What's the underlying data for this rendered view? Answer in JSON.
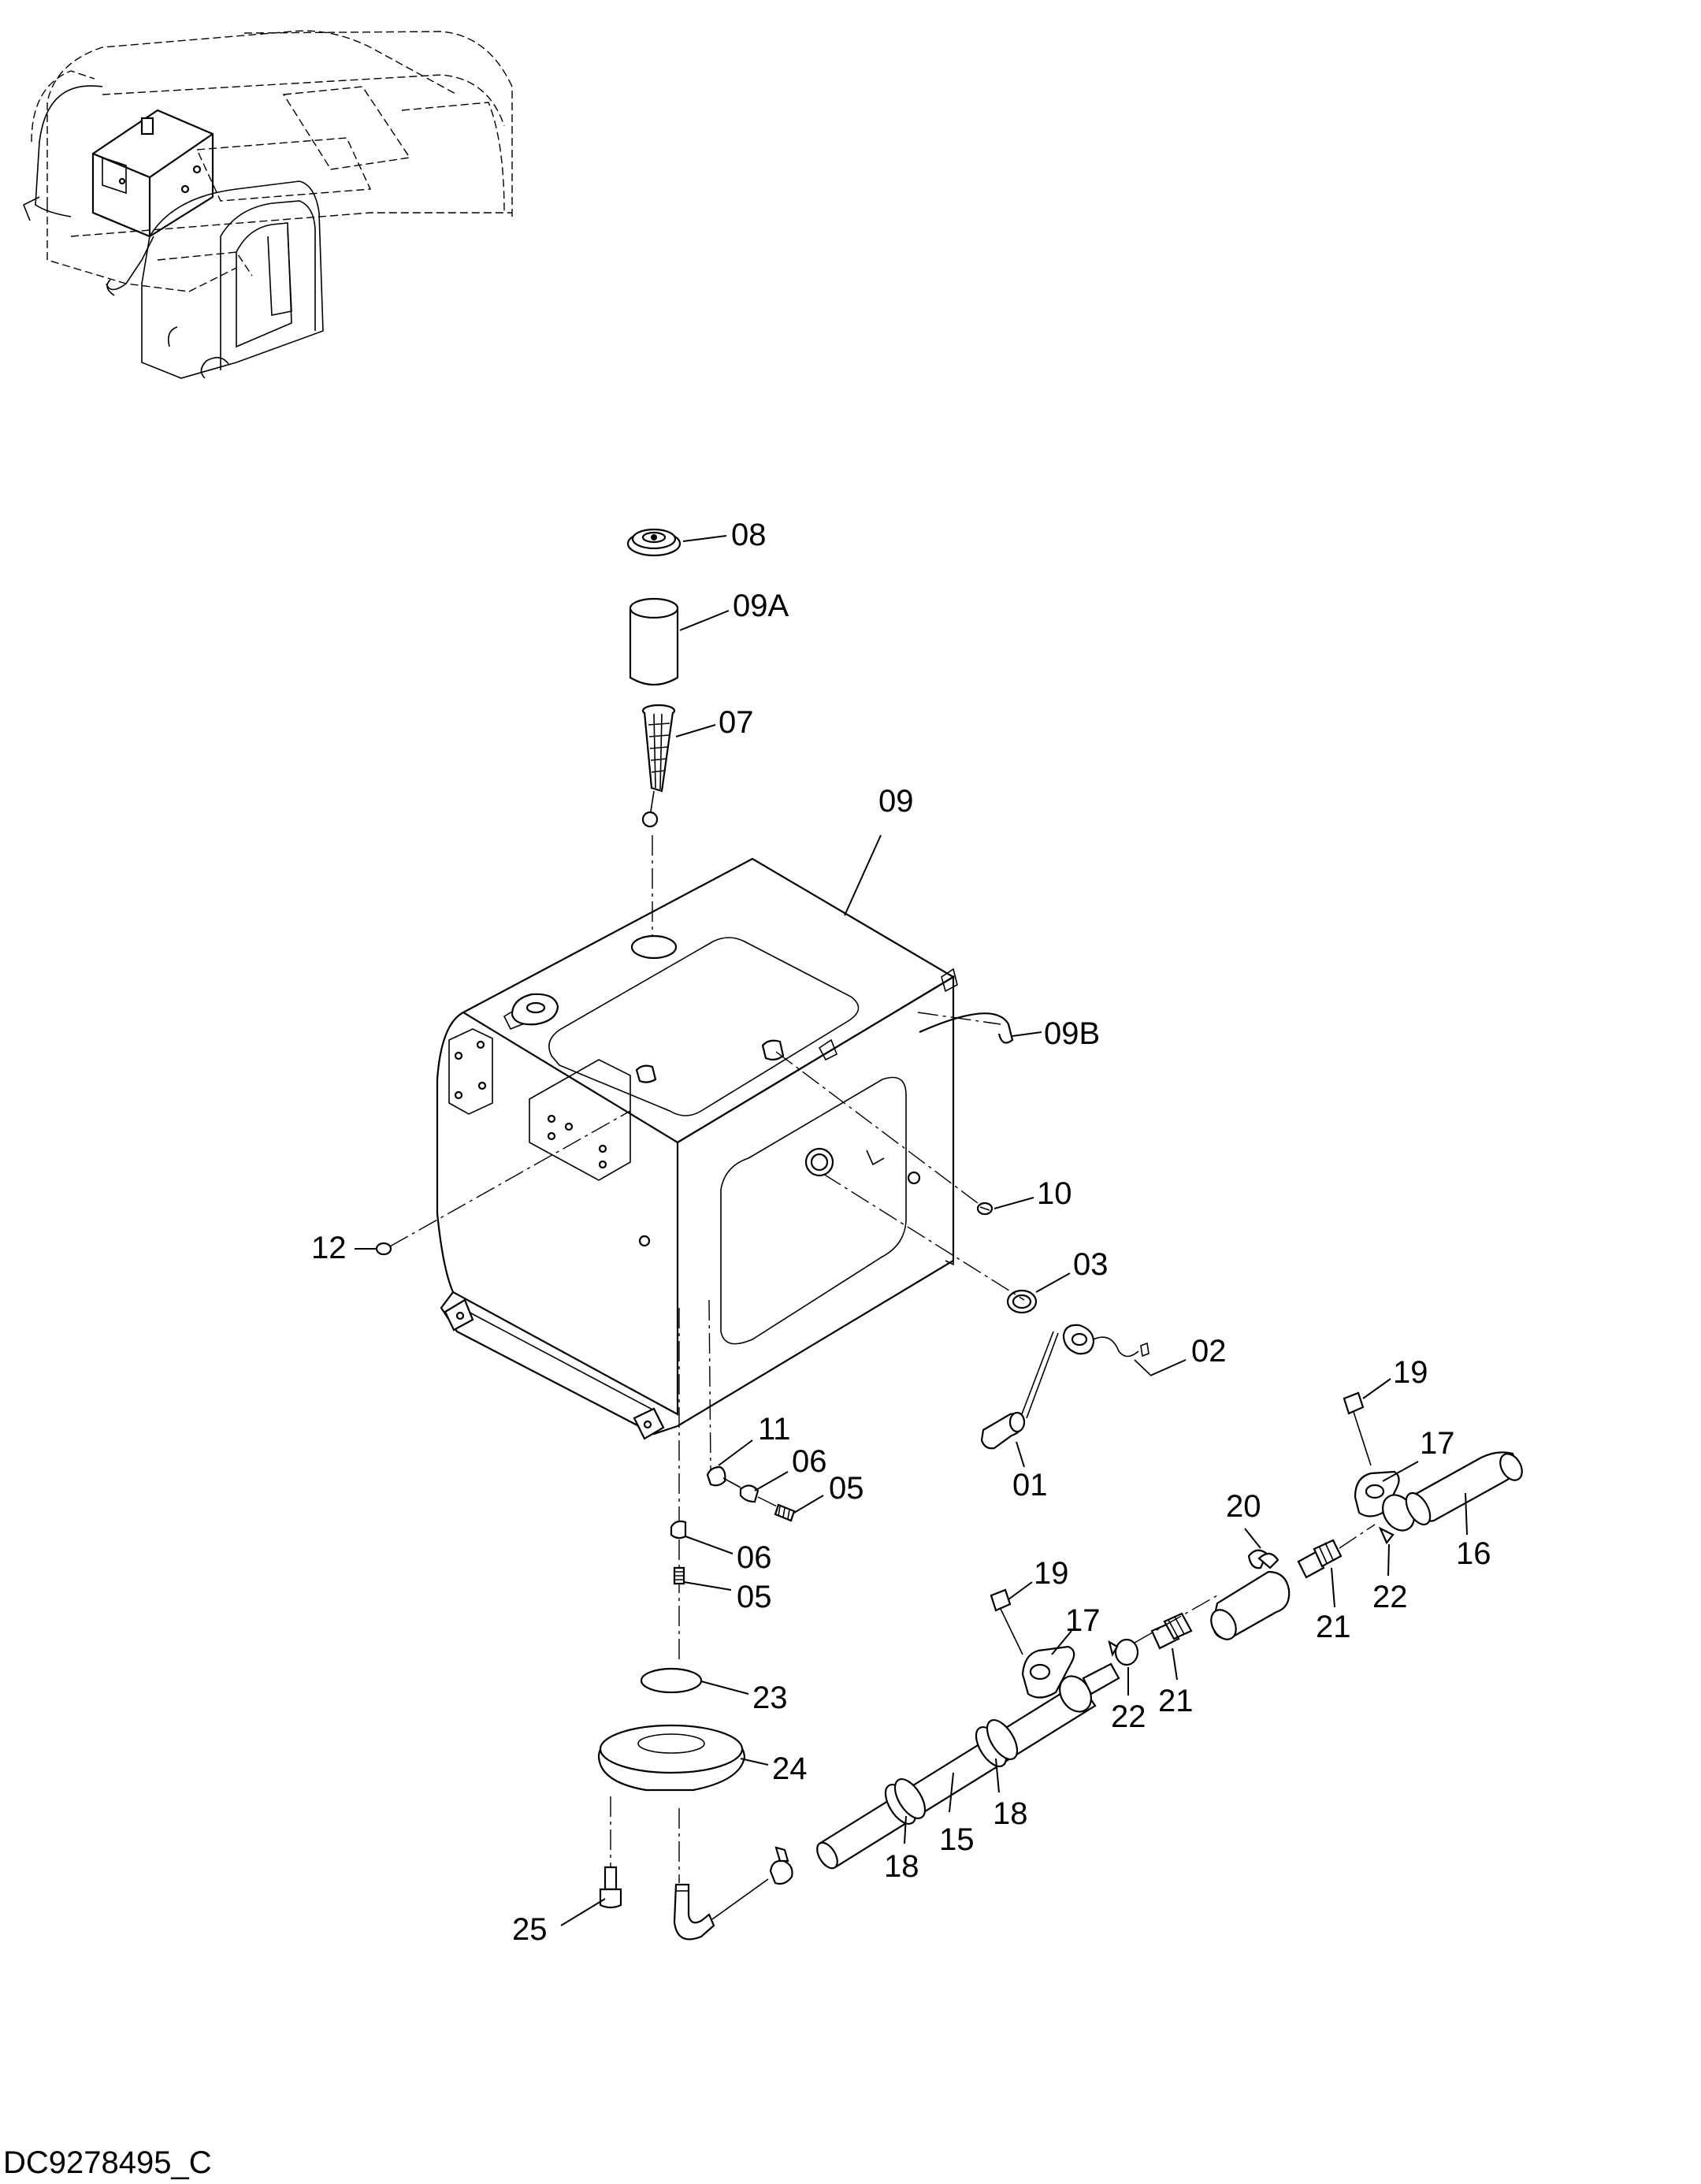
{
  "document": {
    "code": "DC9278495_C"
  },
  "callouts": [
    {
      "id": "c08",
      "label": "08"
    },
    {
      "id": "c09a",
      "label": "09A"
    },
    {
      "id": "c07",
      "label": "07"
    },
    {
      "id": "c09",
      "label": "09"
    },
    {
      "id": "c09b",
      "label": "09B"
    },
    {
      "id": "c10",
      "label": "10"
    },
    {
      "id": "c12",
      "label": "12"
    },
    {
      "id": "c03",
      "label": "03"
    },
    {
      "id": "c02",
      "label": "02"
    },
    {
      "id": "c19a",
      "label": "19"
    },
    {
      "id": "c17a",
      "label": "17"
    },
    {
      "id": "c16",
      "label": "16"
    },
    {
      "id": "c22a",
      "label": "22"
    },
    {
      "id": "c21a",
      "label": "21"
    },
    {
      "id": "c20",
      "label": "20"
    },
    {
      "id": "c01",
      "label": "01"
    },
    {
      "id": "c11",
      "label": "11"
    },
    {
      "id": "c06a",
      "label": "06"
    },
    {
      "id": "c05a",
      "label": "05"
    },
    {
      "id": "c06b",
      "label": "06"
    },
    {
      "id": "c05b",
      "label": "05"
    },
    {
      "id": "c19b",
      "label": "19"
    },
    {
      "id": "c17b",
      "label": "17"
    },
    {
      "id": "c22b",
      "label": "22"
    },
    {
      "id": "c21b",
      "label": "21"
    },
    {
      "id": "c23",
      "label": "23"
    },
    {
      "id": "c24",
      "label": "24"
    },
    {
      "id": "c18a",
      "label": "18"
    },
    {
      "id": "c18b",
      "label": "18"
    },
    {
      "id": "c15",
      "label": "15"
    },
    {
      "id": "c25",
      "label": "25"
    }
  ]
}
